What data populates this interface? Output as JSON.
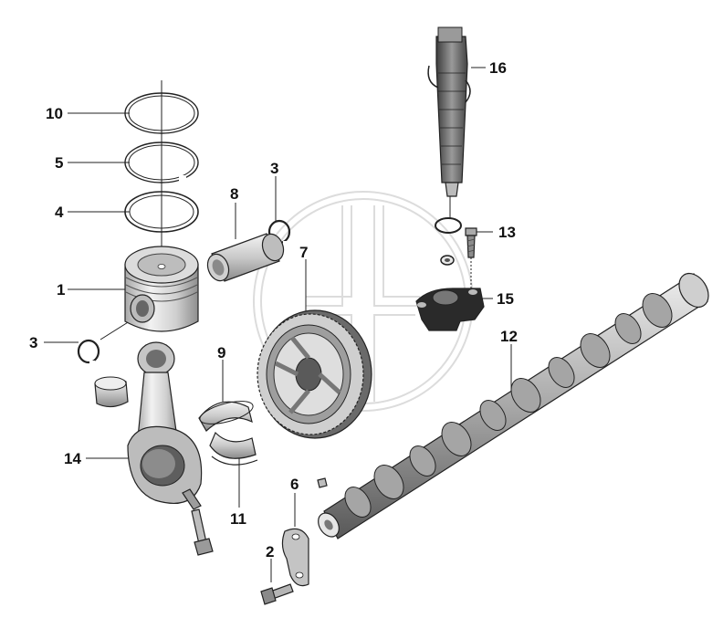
{
  "diagram": {
    "callouts": [
      "10",
      "5",
      "4",
      "1",
      "3",
      "8",
      "3",
      "7",
      "9",
      "14",
      "11",
      "6",
      "2",
      "12",
      "16",
      "13",
      "15"
    ]
  },
  "colors": {
    "outline": "#222222",
    "metal_light": "#e6e6e6",
    "metal_mid": "#b8b8b8",
    "metal_dark": "#5a5a5a",
    "watermark": "#d9d9d9"
  }
}
